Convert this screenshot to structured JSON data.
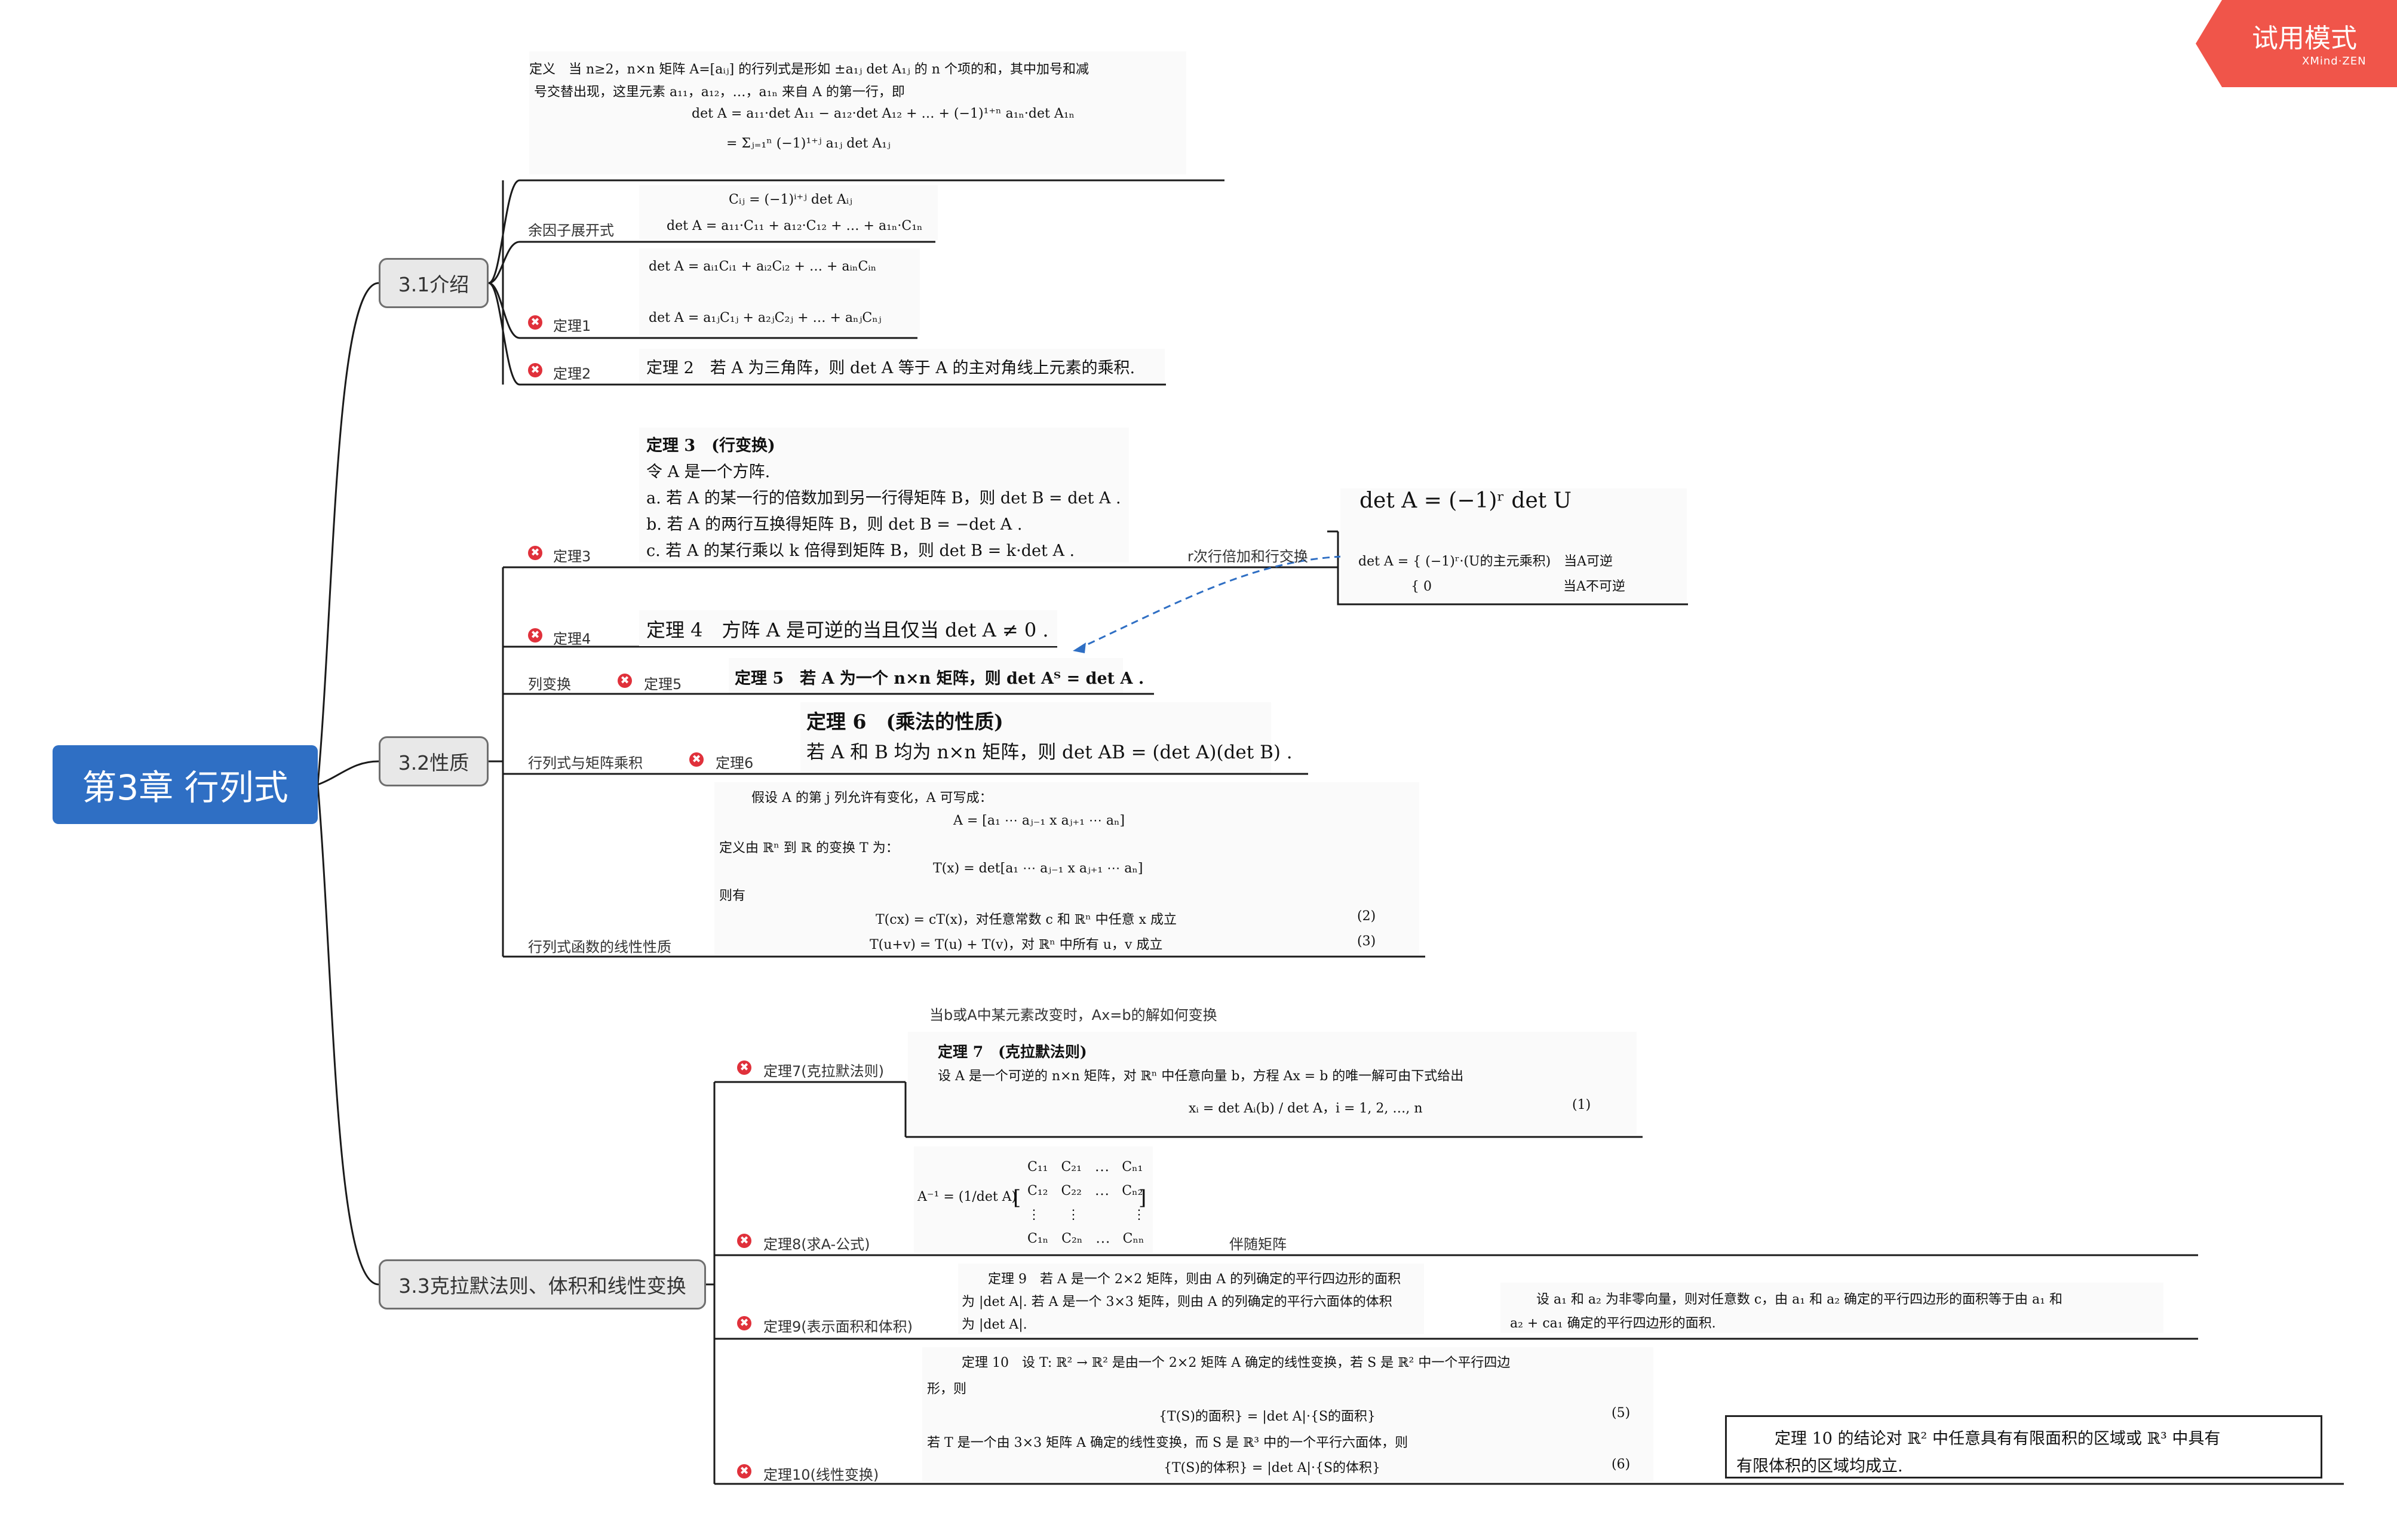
{
  "root": {
    "title": "第3章 行列式"
  },
  "branches": [
    {
      "label": "3.1介绍"
    },
    {
      "label": "3.2性质"
    },
    {
      "label": "3.3克拉默法则、体积和线性变换"
    }
  ],
  "labels": {
    "cofactor": "余因子展开式",
    "thm1": "定理1",
    "thm2": "定理2",
    "thm3": "定理3",
    "thm4": "定理4",
    "col_transform": "列变换",
    "thm5": "定理5",
    "det_product": "行列式与矩阵乘积",
    "thm6": "定理6",
    "linearity": "行列式函数的线性性质",
    "thm7": "定理7(克拉默法则)",
    "thm8": "定理8(求A-公式)",
    "thm9": "定理9(表示面积和体积)",
    "thm10": "定理10(线性变换)",
    "r_ops": "r次行倍加和行交换",
    "cramer_note": "当b或A中某元素改变时，Ax=b的解如何变换",
    "adjugate": "伴随矩阵"
  },
  "images": {
    "definition": {
      "line1": "定义　当 n≥2，n×n 矩阵 A=[aᵢⱼ] 的行列式是形如 ±a₁ⱼ det A₁ⱼ 的 n 个项的和，其中加号和减",
      "line2": "号交替出现，这里元素 a₁₁，a₁₂，…，a₁ₙ 来自 A 的第一行，即",
      "line3": "det A = a₁₁·det A₁₁ − a₁₂·det A₁₂ + … + (−1)¹⁺ⁿ a₁ₙ·det A₁ₙ",
      "line4": "= Σⱼ₌₁ⁿ (−1)¹⁺ʲ a₁ⱼ det A₁ⱼ"
    },
    "cofactor": {
      "line1": "Cᵢⱼ = (−1)ⁱ⁺ʲ det Aᵢⱼ",
      "line2": "det A = a₁₁·C₁₁ + a₁₂·C₁₂ + … + a₁ₙ·C₁ₙ"
    },
    "thm1": {
      "line1": "det A = aᵢ₁Cᵢ₁ + aᵢ₂Cᵢ₂ + … + aᵢₙCᵢₙ",
      "line2": "det A = a₁ⱼC₁ⱼ + a₂ⱼC₂ⱼ + … + aₙⱼCₙⱼ"
    },
    "thm2": {
      "line1": "定理 2　若 A 为三角阵，则 det A 等于 A 的主对角线上元素的乘积."
    },
    "thm3": {
      "line1": "定理 3　(行变换)",
      "line2": "令 A 是一个方阵.",
      "line3": "a. 若 A 的某一行的倍数加到另一行得矩阵 B，则 det B = det A .",
      "line4": "b. 若 A 的两行互换得矩阵 B，则 det B = −det A .",
      "line5": "c. 若 A 的某行乘以 k 倍得到矩阵 B，则 det B = k·det A ."
    },
    "rops": {
      "line1": "det A = (−1)ʳ det U",
      "line2": "det A = { (−1)ʳ·(U的主元乘积)　当A可逆",
      "line3": "　　　　{ 0　　　　　　　　　　当A不可逆"
    },
    "thm4": {
      "line1": "定理 4　方阵 A 是可逆的当且仅当 det A ≠ 0 ."
    },
    "thm5": {
      "line1": "定理 5　若 A 为一个 n×n 矩阵，则 det Aᵀ = det A ."
    },
    "thm6": {
      "line1": "定理 6　(乘法的性质)",
      "line2": "若 A 和 B 均为 n×n 矩阵，则 det AB = (det A)(det B) ."
    },
    "linearity": {
      "line1": "假设 A 的第 j 列允许有变化，A 可写成：",
      "line2": "A = [a₁ ⋯ aⱼ₋₁ x aⱼ₊₁ ⋯ aₙ]",
      "line3": "定义由 ℝⁿ 到 ℝ 的变换 T 为：",
      "line4": "T(x) = det[a₁ ⋯ aⱼ₋₁ x aⱼ₊₁ ⋯ aₙ]",
      "line5": "则有",
      "line6": "T(cx) = cT(x)，对任意常数 c 和 ℝⁿ 中任意 x 成立",
      "line7": "T(u+v) = T(u) + T(v)，对 ℝⁿ 中所有 u，v 成立",
      "eq2": "(2)",
      "eq3": "(3)"
    },
    "thm7": {
      "line1": "定理 7　(克拉默法则)",
      "line2": "设 A 是一个可逆的 n×n 矩阵，对 ℝⁿ 中任意向量 b，方程 Ax = b 的唯一解可由下式给出",
      "line3": "xᵢ = det Aᵢ(b) / det A，i = 1, 2, …, n",
      "eq1": "(1)"
    },
    "thm8": {
      "lhs": "A⁻¹ = (1/det A)",
      "row1": "C₁₁　C₂₁　⋯　Cₙ₁",
      "row2": "C₁₂　C₂₂　⋯　Cₙ₂",
      "row3": "⋮　　⋮　　　　⋮",
      "row4": "C₁ₙ　C₂ₙ　⋯　Cₙₙ"
    },
    "thm9": {
      "line1": "定理 9　若 A 是一个 2×2 矩阵，则由 A 的列确定的平行四边形的面积",
      "line2": "为 |det A|. 若 A 是一个 3×3 矩阵，则由 A 的列确定的平行六面体的体积",
      "line3": "为 |det A|."
    },
    "thm9b": {
      "line1": "设 a₁ 和 a₂ 为非零向量，则对任意数 c，由 a₁ 和 a₂ 确定的平行四边形的面积等于由 a₁ 和",
      "line2": "a₂ + ca₁ 确定的平行四边形的面积."
    },
    "thm10": {
      "line1": "定理 10　设 T: ℝ² → ℝ² 是由一个 2×2 矩阵 A 确定的线性变换，若 S 是 ℝ² 中一个平行四边",
      "line2": "形，则",
      "line3": "{T(S)的面积} = |det A|·{S的面积}",
      "line4": "若 T 是一个由 3×3 矩阵 A 确定的线性变换，而 S 是 ℝ³ 中的一个平行六面体，则",
      "line5": "{T(S)的体积} = |det A|·{S的体积}",
      "eq5": "(5)",
      "eq6": "(6)"
    },
    "thm10b": {
      "line1": "定理 10 的结论对 ℝ² 中任意具有有限面积的区域或 ℝ³ 中具有",
      "line2": "有限体积的区域均成立."
    }
  },
  "trial": {
    "title": "试用模式",
    "sub": "XMind·ZEN"
  },
  "colors": {
    "root": "#2f6fc4",
    "marker": "#e0313b",
    "trial": "#f0554a",
    "dashed": "#2f6fc4"
  }
}
